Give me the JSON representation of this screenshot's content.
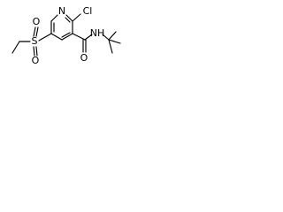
{
  "molecule": {
    "labels": {
      "ring_n": "N",
      "cl": "Cl",
      "sulfur": "S",
      "o_top": "O",
      "o_bottom": "O",
      "amide_o": "O",
      "amide_n": "NH"
    }
  }
}
